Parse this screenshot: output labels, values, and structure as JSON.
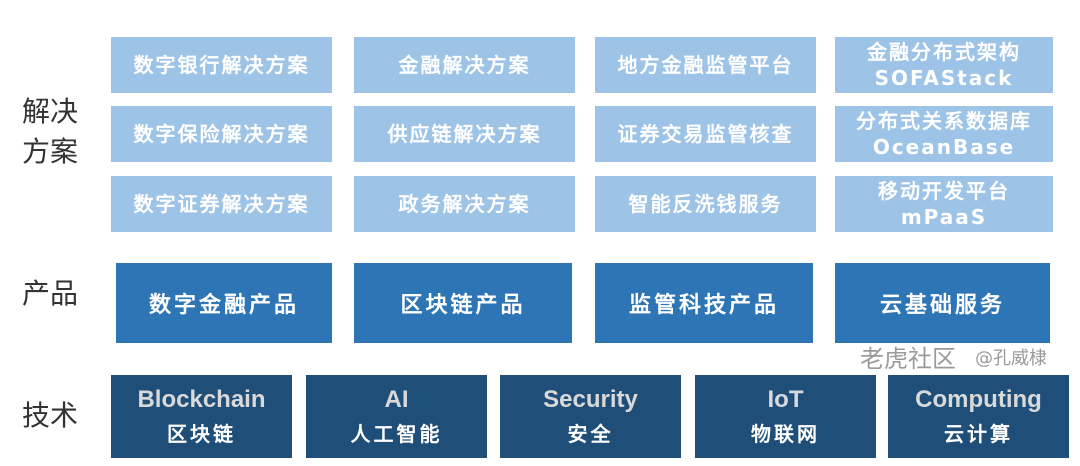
{
  "layers": {
    "solutions": "解决方案",
    "products": "产品",
    "technology": "技术"
  },
  "solutions": [
    [
      "数字银行解决方案",
      "金融解决方案",
      "地方金融监管平台",
      [
        "金融分布式架构",
        "SOFAStack"
      ]
    ],
    [
      "数字保险解决方案",
      "供应链解决方案",
      "证券交易监管核查",
      [
        "分布式关系数据库",
        "OceanBase"
      ]
    ],
    [
      "数字证券解决方案",
      "政务解决方案",
      "智能反洗钱服务",
      [
        "移动开发平台",
        "mPaaS"
      ]
    ]
  ],
  "products": [
    "数字金融产品",
    "区块链产品",
    "监管科技产品",
    "云基础服务"
  ],
  "technology": [
    {
      "en": "Blockchain",
      "cn": "区块链"
    },
    {
      "en": "AI",
      "cn": "人工智能"
    },
    {
      "en": "Security",
      "cn": "安全"
    },
    {
      "en": "IoT",
      "cn": "物联网"
    },
    {
      "en": "Computing",
      "cn": "云计算"
    }
  ],
  "watermark": {
    "site": "老虎社区",
    "author": "@孔威棣"
  },
  "colors": {
    "solution": "#9dc3e6",
    "product": "#2e75b6",
    "tech": "#1f4e79"
  }
}
